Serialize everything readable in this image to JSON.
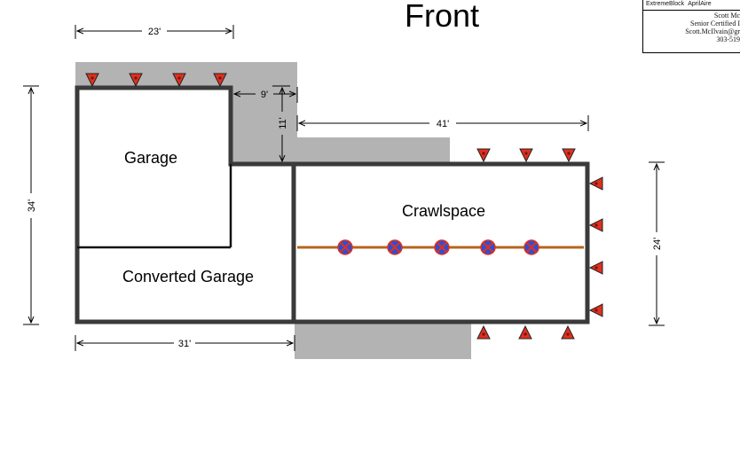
{
  "title": "Front",
  "title_block": {
    "logos": [
      "ExtremeBlock",
      "AprilAire"
    ],
    "lines": [
      "Scott Mc",
      "Senior Certified I",
      "Scott.McIlvain@gr",
      "303-519"
    ]
  },
  "rooms": {
    "garage": "Garage",
    "converted_garage": "Converted Garage",
    "crawlspace": "Crawlspace"
  },
  "dimensions": {
    "top_width": "23'",
    "notch_width": "9'",
    "notch_height": "11'",
    "crawl_width": "41'",
    "left_height": "34'",
    "bottom_width": "31'",
    "right_height": "24'"
  },
  "colors": {
    "wall": "#3a3a3a",
    "shade": "#b3b3b3",
    "marker_fill": "#e0301e",
    "post_fill": "#2b4fd6",
    "beam": "#b5651d"
  },
  "icons": {
    "vent_marker": "triangle-marker",
    "pier_post": "x-post-icon"
  }
}
